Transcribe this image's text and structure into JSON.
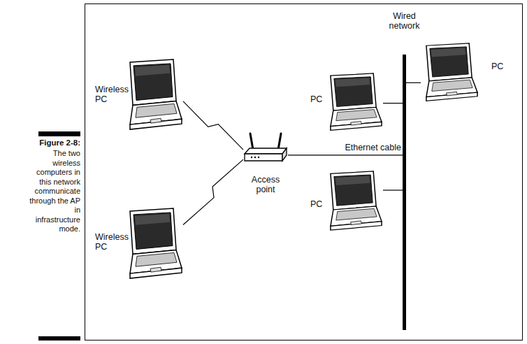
{
  "diagram": {
    "title": "Figure 2-8:",
    "caption": "The two wireless computers in this network communicate through the AP in infrastructure mode.",
    "nodes": [
      {
        "text": [
          "Wireless PC"
        ]
      },
      {
        "text": [
          "Wireless PC"
        ]
      },
      {
        "text": [
          "Access point"
        ]
      },
      {
        "text": [
          "Wired network"
        ]
      },
      {
        "text": [
          "PC"
        ]
      },
      {
        "text": [
          "PC"
        ]
      },
      {
        "text": [
          "PC"
        ]
      }
    ],
    "edges": [
      {
        "from": 0,
        "to": 2,
        "arrow": "none"
      },
      {
        "from": 1,
        "to": 2,
        "arrow": "none"
      },
      {
        "from": 2,
        "to": 3,
        "label": "Ethernet cable",
        "arrow": "none"
      },
      {
        "from": 4,
        "to": 3,
        "arrow": "none"
      },
      {
        "from": 5,
        "to": 3,
        "arrow": "none"
      },
      {
        "from": 6,
        "to": 3,
        "arrow": "none"
      }
    ]
  }
}
